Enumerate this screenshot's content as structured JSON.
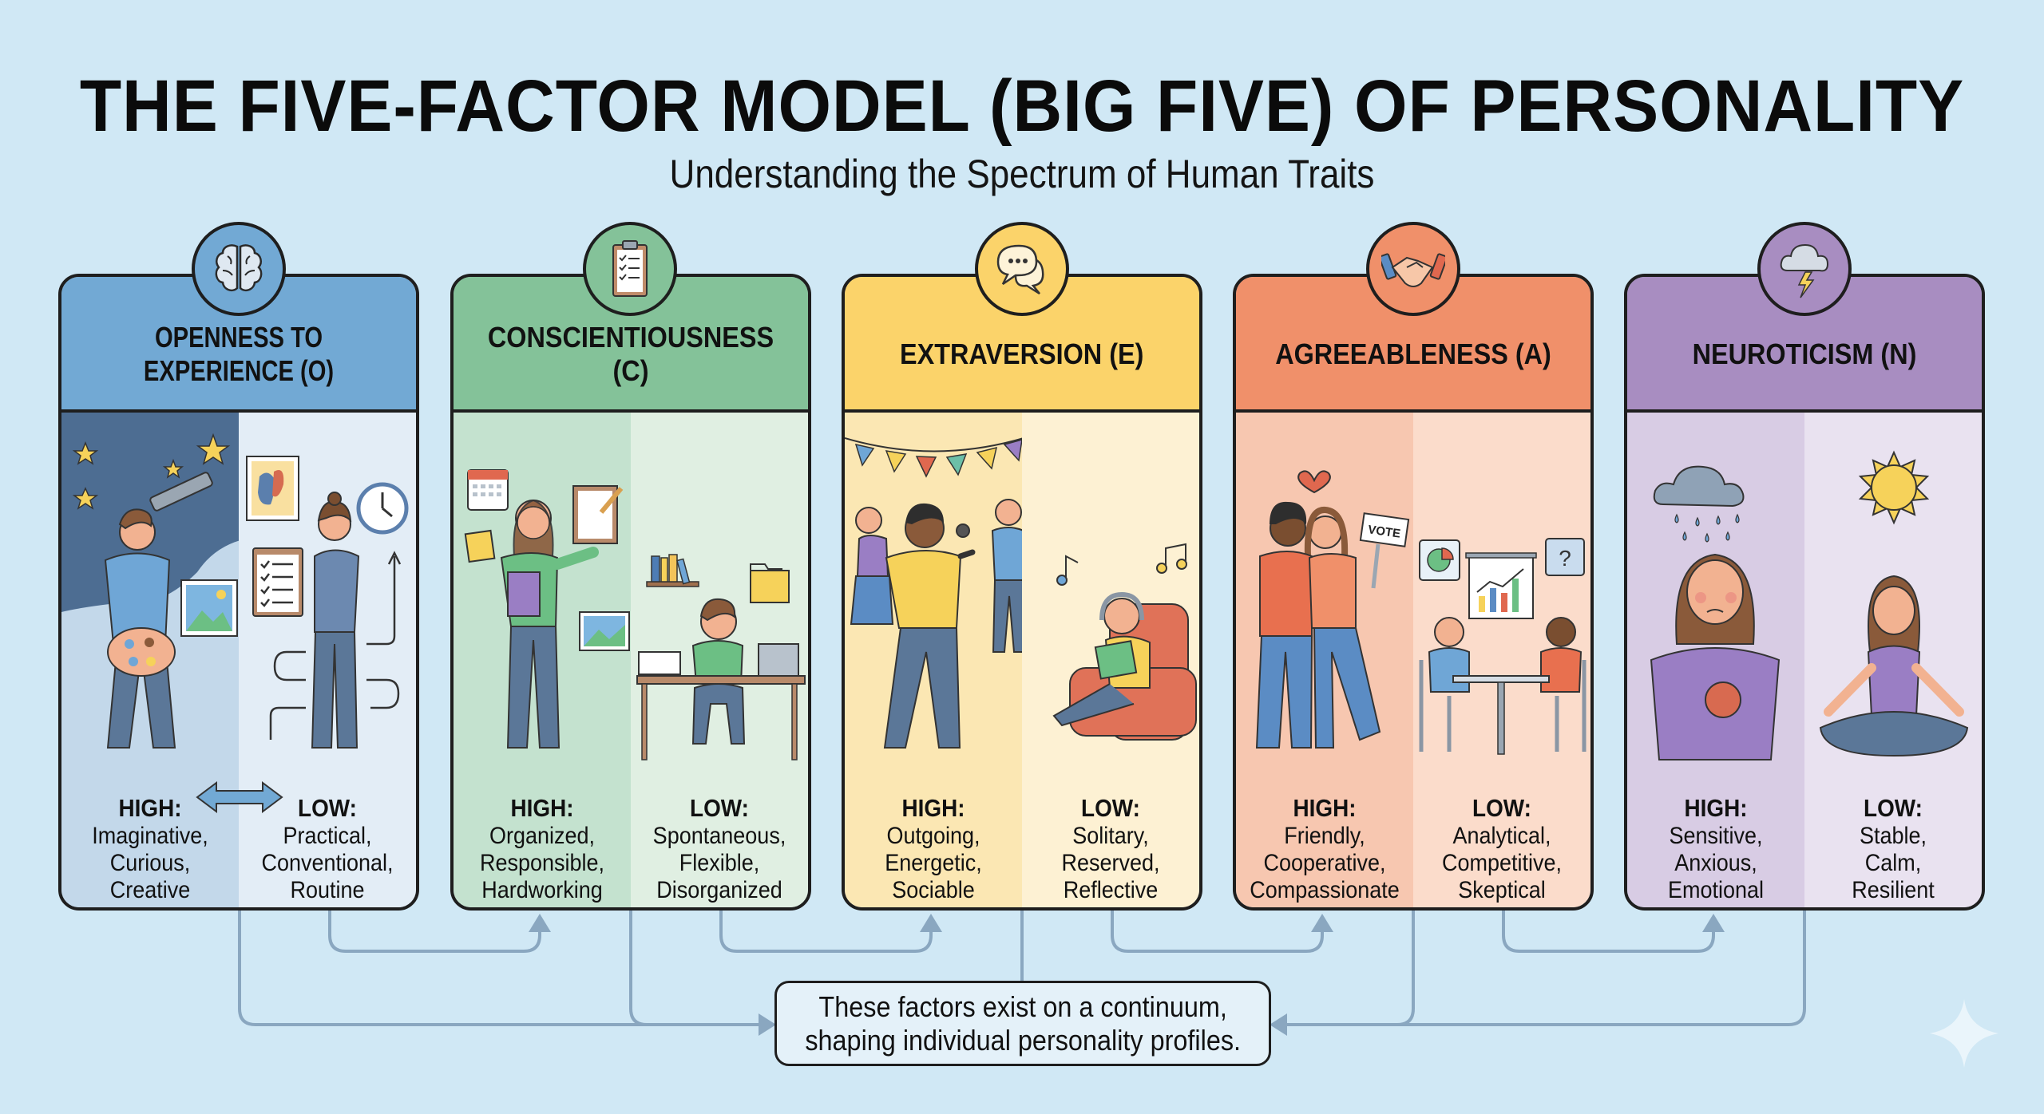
{
  "header": {
    "title": "THE FIVE-FACTOR MODEL (BIG FIVE) OF PERSONALITY",
    "subtitle": "Understanding the Spectrum of Human Traits"
  },
  "factors": [
    {
      "name": "OPENNESS TO EXPERIENCE (O)",
      "name_line1": "OPENNESS TO",
      "name_line2": "EXPERIENCE (O)",
      "icon": "brain-icon",
      "header_color": "#72a9d4",
      "high_bg": "#c3d8ea",
      "low_bg": "#e3edf6",
      "high": {
        "label": "HIGH:",
        "traits": [
          "Imaginative,",
          "Curious,",
          "Creative"
        ]
      },
      "low": {
        "label": "LOW:",
        "traits": [
          "Practical,",
          "Conventional,",
          "Routine"
        ]
      },
      "illustration_high": "person with telescope and paint palette under starry sky",
      "illustration_low": "person holding checklist clipboard with clock and routine arrows"
    },
    {
      "name": "CONSCIENTIOUSNESS (C)",
      "icon": "clipboard-checklist-icon",
      "header_color": "#84c299",
      "high_bg": "#c4e2cf",
      "low_bg": "#e0efe2",
      "high": {
        "label": "HIGH:",
        "traits": [
          "Organized,",
          "Responsible,",
          "Hardworking"
        ]
      },
      "low": {
        "label": "LOW:",
        "traits": [
          "Spontaneous,",
          "Flexible,",
          "Disorganized"
        ]
      },
      "illustration_high": "organized woman with calendar, notes and clipboard",
      "illustration_low": "bored man at messy desk"
    },
    {
      "name": "EXTRAVERSION (E)",
      "icon": "speech-bubbles-icon",
      "header_color": "#fbd36a",
      "high_bg": "#fbe7b3",
      "low_bg": "#fdf1d3",
      "high": {
        "label": "HIGH:",
        "traits": [
          "Outgoing,",
          "Energetic,",
          "Sociable"
        ]
      },
      "low": {
        "label": "LOW:",
        "traits": [
          "Solitary,",
          "Reserved,",
          "Reflective"
        ]
      },
      "illustration_high": "party scene with singer holding microphone and bunting",
      "illustration_low": "woman reading in armchair with headphones and music notes"
    },
    {
      "name": "AGREEABLENESS (A)",
      "icon": "handshake-icon",
      "header_color": "#f0906a",
      "high_bg": "#f7c7b0",
      "low_bg": "#fbdccb",
      "high": {
        "label": "HIGH:",
        "traits": [
          "Friendly,",
          "Cooperative,",
          "Compassionate"
        ]
      },
      "low": {
        "label": "LOW:",
        "traits": [
          "Analytical,",
          "Competitive,",
          "Skeptical"
        ]
      },
      "illustration_high": "two friends hugging with heart and VOTE sign",
      "illustration_high_sign": "VOTE",
      "illustration_low": "two people debating at a table with chart and question mark"
    },
    {
      "name": "NEUROTICISM (N)",
      "icon": "storm-cloud-icon",
      "header_color": "#a88dc1",
      "high_bg": "#d8cce4",
      "low_bg": "#e9e2f0",
      "high": {
        "label": "HIGH:",
        "traits": [
          "Sensitive,",
          "Anxious,",
          "Emotional"
        ]
      },
      "low": {
        "label": "LOW:",
        "traits": [
          "Stable,",
          "Calm,",
          "Resilient"
        ]
      },
      "illustration_high": "anxious woman under rain cloud",
      "illustration_low": "calm woman meditating under sun"
    }
  ],
  "footer": {
    "line1": "These factors exist on a continuum,",
    "line2": "shaping individual personality profiles."
  },
  "colors": {
    "background": "#d0e8f5",
    "connector": "#8aa7c0",
    "outline": "#1e1e1e"
  }
}
